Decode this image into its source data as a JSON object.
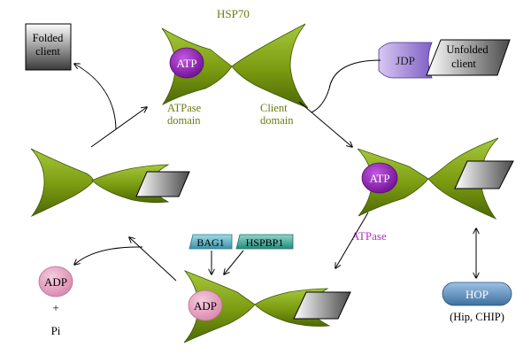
{
  "labels": {
    "hsp70": "HSP70",
    "atpase_domain_line1": "ATPase",
    "atpase_domain_line2": "domain",
    "client_domain_line1": "Client",
    "client_domain_line2": "domain",
    "atpase_step": "ATPase",
    "plus": "+",
    "pi": "Pi",
    "hop_partners": "(Hip, CHIP)"
  },
  "boxes": {
    "folded_client_line1": "Folded",
    "folded_client_line2": "client",
    "unfolded_client_line1": "Unfolded",
    "unfolded_client_line2": "client",
    "jdp": "JDP",
    "hop": "HOP",
    "bag1": "BAG1",
    "hspbp1": "HSPBP1"
  },
  "nucleotides": {
    "atp_top": "ATP",
    "atp_right": "ATP",
    "adp_bottom": "ADP",
    "adp_released": "ADP"
  },
  "colors": {
    "domain_green": "#7a9a10",
    "label_olive": "#6b7b10",
    "atp_purple": "#8a1fb0",
    "atpase_magenta": "#b030c0",
    "adp_pink": "#e8a0c0",
    "jdp_lavender": "#a58ad6",
    "hop_blue": "#5a8ab8",
    "bag1_teal": "#4aa0b4",
    "hspbp1_teal": "#2f9a8a"
  }
}
